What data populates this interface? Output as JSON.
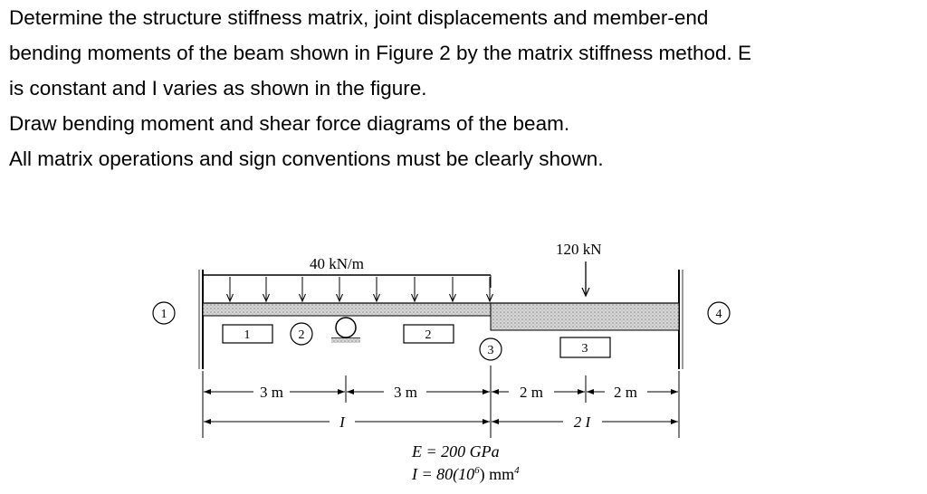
{
  "problem": {
    "lines": [
      "Determine the structure stiffness matrix, joint displacements and member-end",
      "bending moments of the beam shown in Figure 2 by the matrix stiffness method. E",
      "is constant and I varies as shown in the figure.",
      "Draw bending moment and shear force diagrams of the beam.",
      "All matrix operations and sign conventions must be clearly shown."
    ]
  },
  "figure": {
    "distributed_load": "40 kN/m",
    "point_load": "120 kN",
    "joints": [
      "1",
      "2",
      "3",
      "4"
    ],
    "members": [
      "1",
      "2",
      "3"
    ],
    "spans": [
      "3 m",
      "3 m",
      "2 m",
      "2 m"
    ],
    "inertia_left": "I",
    "inertia_right": "2 I",
    "E_label": "E = 200 GPa",
    "I_label_prefix": "I = 80(10",
    "I_label_exp": "6",
    "I_label_unit": ") mm",
    "I_label_unit_exp": "4"
  }
}
